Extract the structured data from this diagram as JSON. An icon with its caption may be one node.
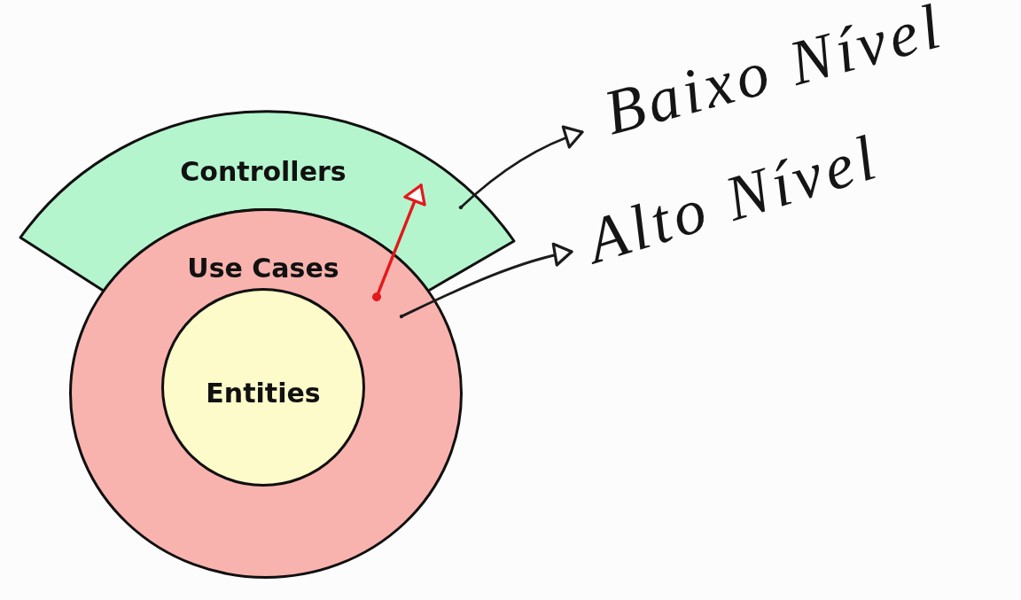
{
  "diagram": {
    "nodes": [
      {
        "text": [
          "Controllers"
        ]
      },
      {
        "text": [
          "Use Cases"
        ]
      },
      {
        "text": [
          "Entities"
        ],
        "in": 1
      },
      {
        "text": [
          "Baixo Nível"
        ]
      },
      {
        "text": [
          "Alto Nível"
        ]
      }
    ],
    "edges": [
      {
        "from": 0,
        "to": 3,
        "arrow": "to"
      },
      {
        "from": 1,
        "to": 4,
        "arrow": "to"
      },
      {
        "from": 1,
        "to": 0,
        "arrow": "to",
        "color": "#e3191c"
      }
    ]
  }
}
